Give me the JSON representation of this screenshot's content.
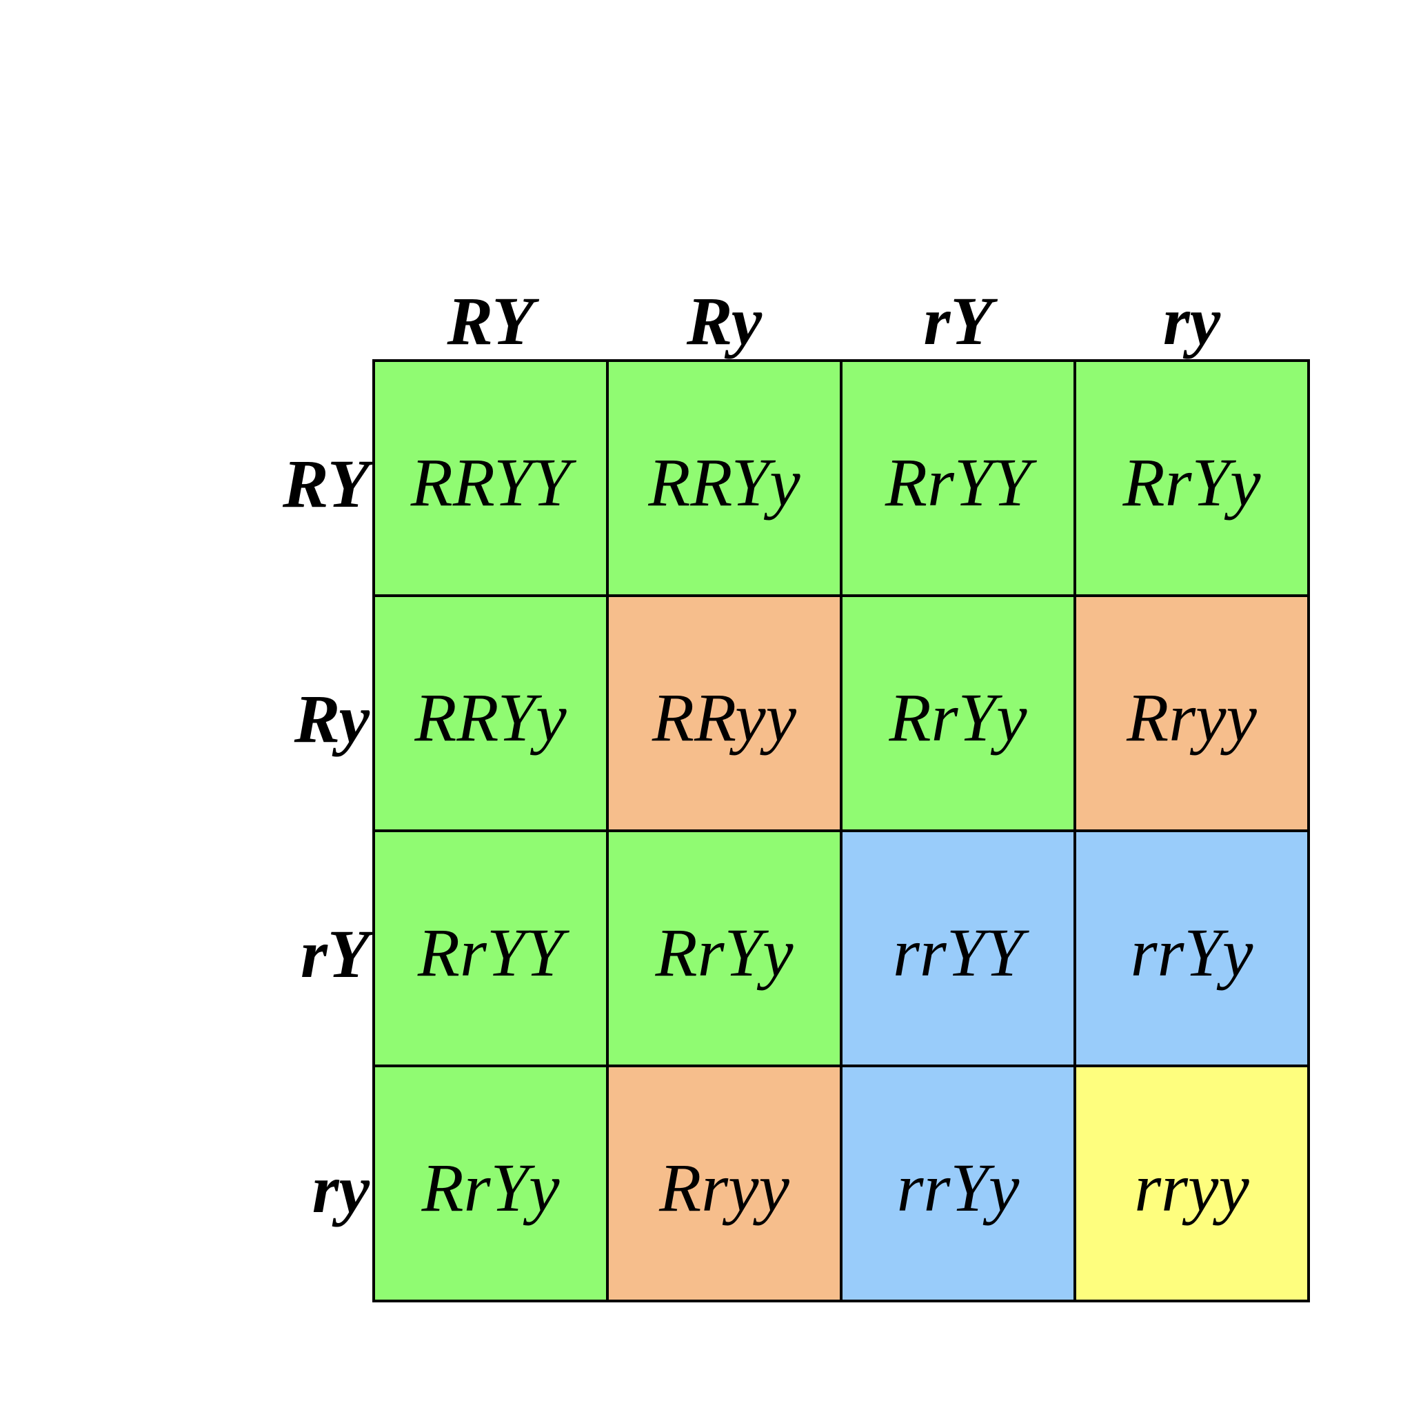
{
  "colors": {
    "green": "#90FB72",
    "orange": "#F6BE8C",
    "blue": "#99CCFA",
    "yellow": "#FEFE7E",
    "border": "#000000",
    "background": "#FFFFFF",
    "text": "#000000"
  },
  "column_headers": [
    "RY",
    "Ry",
    "rY",
    "ry"
  ],
  "grid": {
    "rows": [
      {
        "label": "RY",
        "cells": [
          {
            "genotype": "RRYY",
            "color": "green"
          },
          {
            "genotype": "RRYy",
            "color": "green"
          },
          {
            "genotype": "RrYY",
            "color": "green"
          },
          {
            "genotype": "RrYy",
            "color": "green"
          }
        ]
      },
      {
        "label": "Ry",
        "cells": [
          {
            "genotype": "RRYy",
            "color": "green"
          },
          {
            "genotype": "RRyy",
            "color": "orange"
          },
          {
            "genotype": "RrYy",
            "color": "green"
          },
          {
            "genotype": "Rryy",
            "color": "orange"
          }
        ]
      },
      {
        "label": "rY",
        "cells": [
          {
            "genotype": "RrYY",
            "color": "green"
          },
          {
            "genotype": "RrYy",
            "color": "green"
          },
          {
            "genotype": "rrYY",
            "color": "blue"
          },
          {
            "genotype": "rrYy",
            "color": "blue"
          }
        ]
      },
      {
        "label": "ry",
        "cells": [
          {
            "genotype": "RrYy",
            "color": "green"
          },
          {
            "genotype": "Rryy",
            "color": "orange"
          },
          {
            "genotype": "rrYy",
            "color": "blue"
          },
          {
            "genotype": "rryy",
            "color": "yellow"
          }
        ]
      }
    ]
  }
}
